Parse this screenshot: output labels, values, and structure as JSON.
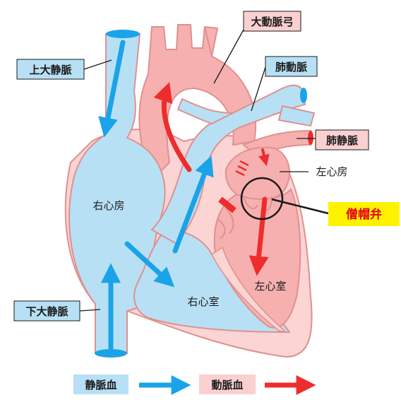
{
  "labels": {
    "svc": "上大静脈",
    "ivc": "下大静脈",
    "aortic_arch": "大動脈弓",
    "pulmonary_artery": "肺動脈",
    "pulmonary_vein": "肺静脈",
    "right_atrium": "右心房",
    "right_ventricle": "右心室",
    "left_atrium": "左心房",
    "left_ventricle": "左心室",
    "mitral_valve": "僧帽弁"
  },
  "legend": {
    "venous": "静脈血",
    "arterial": "動脈血"
  },
  "colors": {
    "venous_fill": "#b8e0f5",
    "arterial_fill": "#f6b0b0",
    "wall": "#fbd4d4",
    "outline": "#e0908f",
    "venous_arrow": "#1aa3e8",
    "arterial_arrow": "#ef2c2c",
    "label_blue_bg": "#b8e0f5",
    "label_pink_bg": "#fbd0d0",
    "highlight_bg": "#fff200",
    "highlight_text": "#e60012"
  }
}
